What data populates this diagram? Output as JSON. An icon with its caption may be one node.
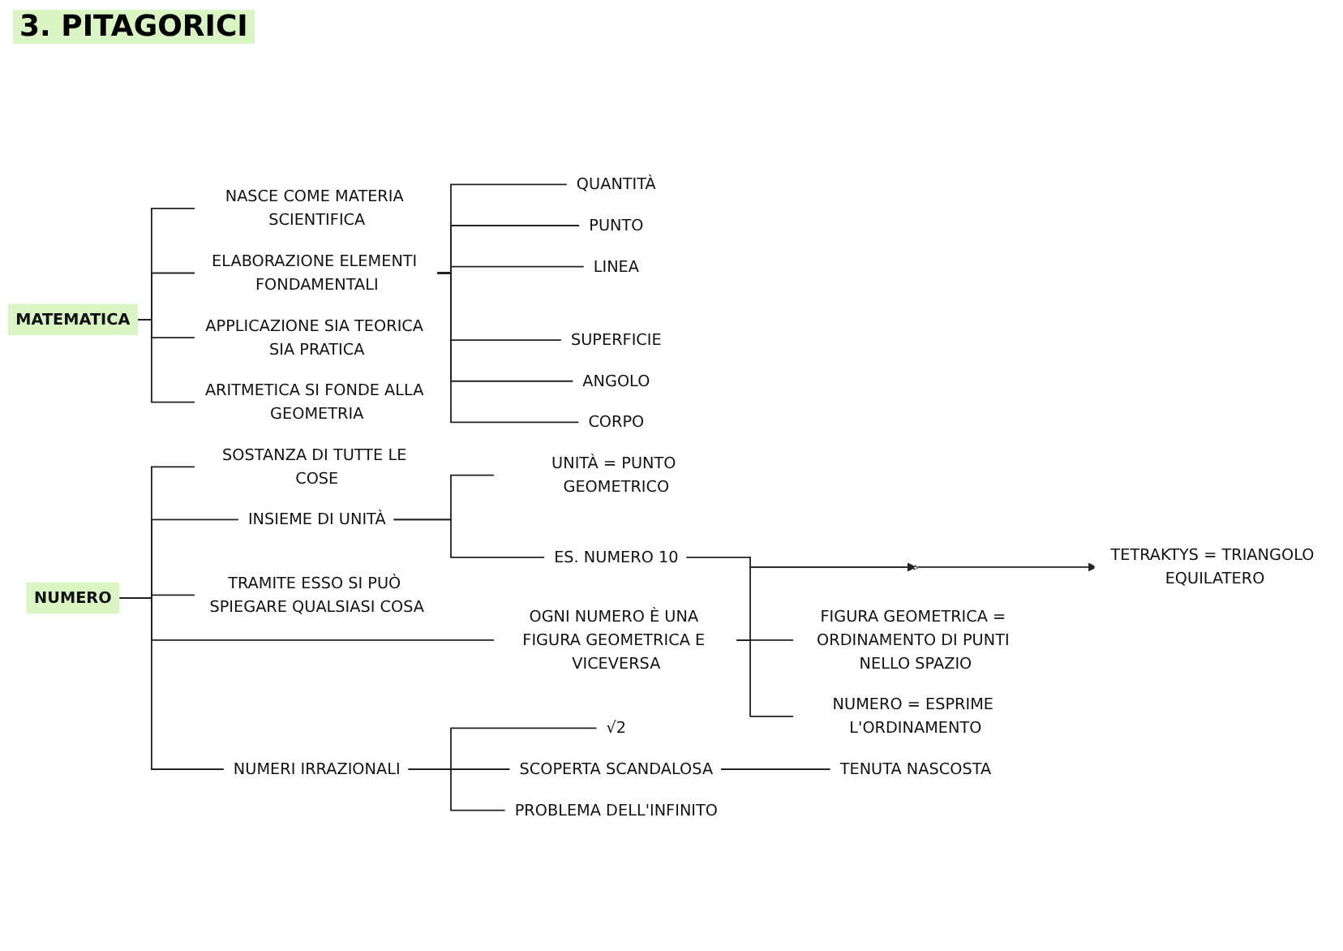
{
  "diagram": {
    "title": "3. PITAGORICI",
    "nodes": [
      {
        "text": [
          "MATEMATICA"
        ]
      },
      {
        "text": [
          "NASCE COME MATERIA SCIENTIFICA"
        ]
      },
      {
        "text": [
          "ELABORAZIONE ELEMENTI FONDAMENTALI"
        ]
      },
      {
        "text": [
          "APPLICAZIONE SIA TEORICA SIA PRATICA"
        ]
      },
      {
        "text": [
          "ARITMETICA SI FONDE ALLA GEOMETRIA"
        ]
      },
      {
        "text": [
          "QUANTITÀ"
        ]
      },
      {
        "text": [
          "PUNTO"
        ]
      },
      {
        "text": [
          "LINEA"
        ]
      },
      {
        "text": [
          "SUPERFICIE"
        ]
      },
      {
        "text": [
          "ANGOLO"
        ]
      },
      {
        "text": [
          "CORPO"
        ]
      },
      {
        "text": [
          "NUMERO"
        ]
      },
      {
        "text": [
          "SOSTANZA DI TUTTE LE COSE"
        ]
      },
      {
        "text": [
          "INSIEME DI UNITÀ"
        ]
      },
      {
        "text": [
          "UNITÀ = PUNTO GEOMETRICO"
        ]
      },
      {
        "text": [
          "ES. NUMERO 10"
        ]
      },
      {
        "text": [
          "OGNI NUMERO È UNA FIGURA GEOMETRICA E VICEVERSA"
        ]
      },
      {
        "text": [],
        "shape": "picture"
      },
      {
        "text": [
          "TETRAKTYS = TRIANGOLO EQUILATERO"
        ]
      },
      {
        "text": [
          "FIGURA GEOMETRICA = ORDINAMENTO DI PUNTI NELLO SPAZIO"
        ]
      },
      {
        "text": [
          "NUMERO = ESPRIME L'ORDINAMENTO"
        ]
      },
      {
        "text": [
          "TRAMITE ESSO SI PUÒ SPIEGARE QUALSIASI COSA"
        ]
      },
      {
        "text": [
          "NUMERI IRRAZIONALI"
        ]
      },
      {
        "text": [
          "√2"
        ]
      },
      {
        "text": [
          "SCOPERTA SCANDALOSA"
        ]
      },
      {
        "text": [
          "PROBLEMA DELL'INFINITO"
        ]
      },
      {
        "text": [
          "TENUTA NASCOSTA"
        ]
      }
    ],
    "edges": [
      {
        "from": 0,
        "to": 1,
        "arrow": "none"
      },
      {
        "from": 0,
        "to": 2,
        "arrow": "none"
      },
      {
        "from": 0,
        "to": 3,
        "arrow": "none"
      },
      {
        "from": 0,
        "to": 4,
        "arrow": "none"
      },
      {
        "from": 2,
        "to": 5,
        "arrow": "none"
      },
      {
        "from": 2,
        "to": 6,
        "arrow": "none"
      },
      {
        "from": 2,
        "to": 7,
        "arrow": "none"
      },
      {
        "from": 2,
        "to": 8,
        "arrow": "none"
      },
      {
        "from": 2,
        "to": 9,
        "arrow": "none"
      },
      {
        "from": 2,
        "to": 10,
        "arrow": "none"
      },
      {
        "from": 11,
        "to": 12,
        "arrow": "none"
      },
      {
        "from": 11,
        "to": 13,
        "arrow": "none"
      },
      {
        "from": 11,
        "to": 16,
        "arrow": "none"
      },
      {
        "from": 11,
        "to": 21,
        "arrow": "none"
      },
      {
        "from": 11,
        "to": 22,
        "arrow": "none"
      },
      {
        "from": 13,
        "to": 14,
        "arrow": "none"
      },
      {
        "from": 13,
        "to": 15,
        "arrow": "none"
      },
      {
        "from": 15,
        "to": 17,
        "arrow": "to"
      },
      {
        "from": 16,
        "to": 17,
        "arrow": "to"
      },
      {
        "from": 17,
        "to": 18,
        "arrow": "to"
      },
      {
        "from": 16,
        "to": 19,
        "arrow": "none"
      },
      {
        "from": 16,
        "to": 20,
        "arrow": "none"
      },
      {
        "from": 22,
        "to": 23,
        "arrow": "none"
      },
      {
        "from": 22,
        "to": 24,
        "arrow": "none"
      },
      {
        "from": 22,
        "to": 25,
        "arrow": "none"
      },
      {
        "from": 24,
        "to": 26,
        "arrow": "none"
      }
    ]
  }
}
